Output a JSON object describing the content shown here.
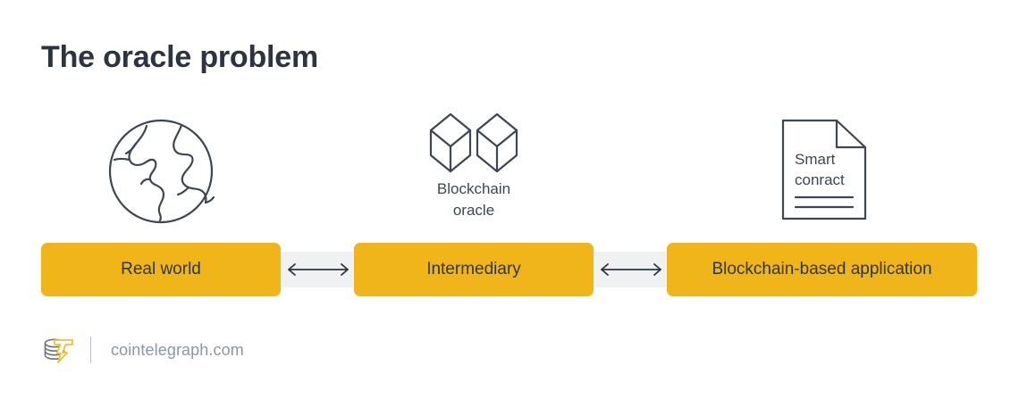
{
  "page": {
    "title": "The oracle problem",
    "background_color": "#ffffff",
    "accent_color": "#f0b519",
    "text_color": "#2b3440",
    "line_color": "#3d4652",
    "connector_color": "#f0f1f2"
  },
  "icons": [
    {
      "name": "globe-icon",
      "caption": ""
    },
    {
      "name": "blockchain-cubes-icon",
      "caption_line1": "Blockchain",
      "caption_line2": "oracle"
    },
    {
      "name": "smart-contract-document-icon",
      "doc_line1": "Smart",
      "doc_line2": "conract"
    }
  ],
  "flow": {
    "boxes": [
      {
        "label": "Real world"
      },
      {
        "label": "Intermediary"
      },
      {
        "label": "Blockchain-based application"
      }
    ],
    "connectors": [
      {
        "name": "bidirectional-arrow",
        "glyph": "↔"
      },
      {
        "name": "bidirectional-arrow",
        "glyph": "↔"
      }
    ]
  },
  "footer": {
    "logo_name": "cointelegraph-logo",
    "url": "cointelegraph.com"
  }
}
